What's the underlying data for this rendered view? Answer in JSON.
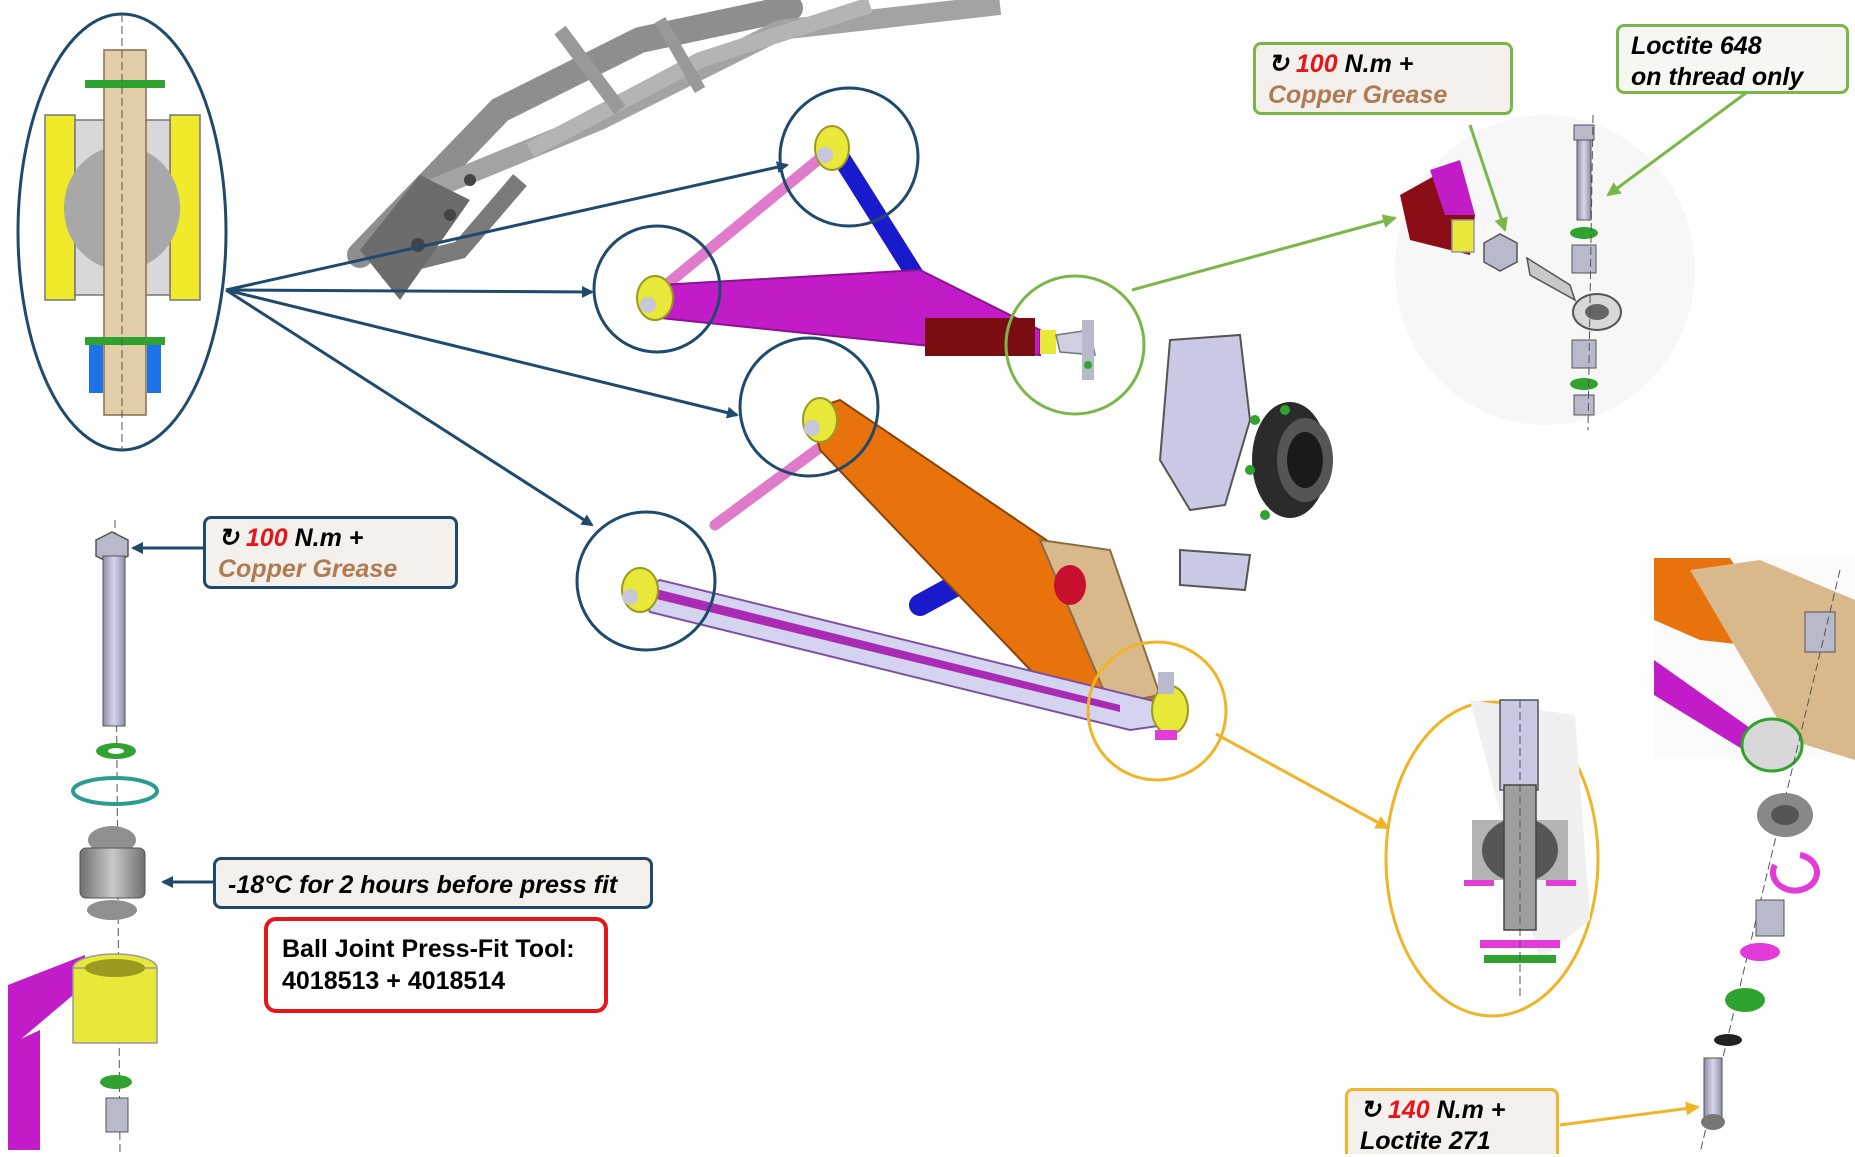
{
  "callouts": {
    "top_torque": {
      "symbol": "↻",
      "value": "100",
      "unit": "N.m +",
      "note": "Copper Grease"
    },
    "top_loctite": {
      "line1": "Loctite 648",
      "line2": "on thread only"
    },
    "left_torque": {
      "symbol": "↻",
      "value": "100",
      "unit": "N.m +",
      "note": "Copper Grease"
    },
    "freeze": {
      "text": "-18°C for 2 hours before press fit"
    },
    "tool": {
      "line1": "Ball Joint Press-Fit Tool:",
      "line2": "4018513 + 4018514"
    },
    "bottom_torque": {
      "symbol": "↻",
      "value": "140",
      "unit": "N.m +",
      "note": "Loctite 271"
    }
  },
  "colors": {
    "navy": "#1f4a6e",
    "green": "#7ab648",
    "yellow": "#f0b429",
    "red": "#e8141c",
    "magenta": "#c21cc9",
    "orange": "#e8730c",
    "tan": "#d9b98c",
    "grease": "#b07a52",
    "bushing": "#e8e83a"
  }
}
